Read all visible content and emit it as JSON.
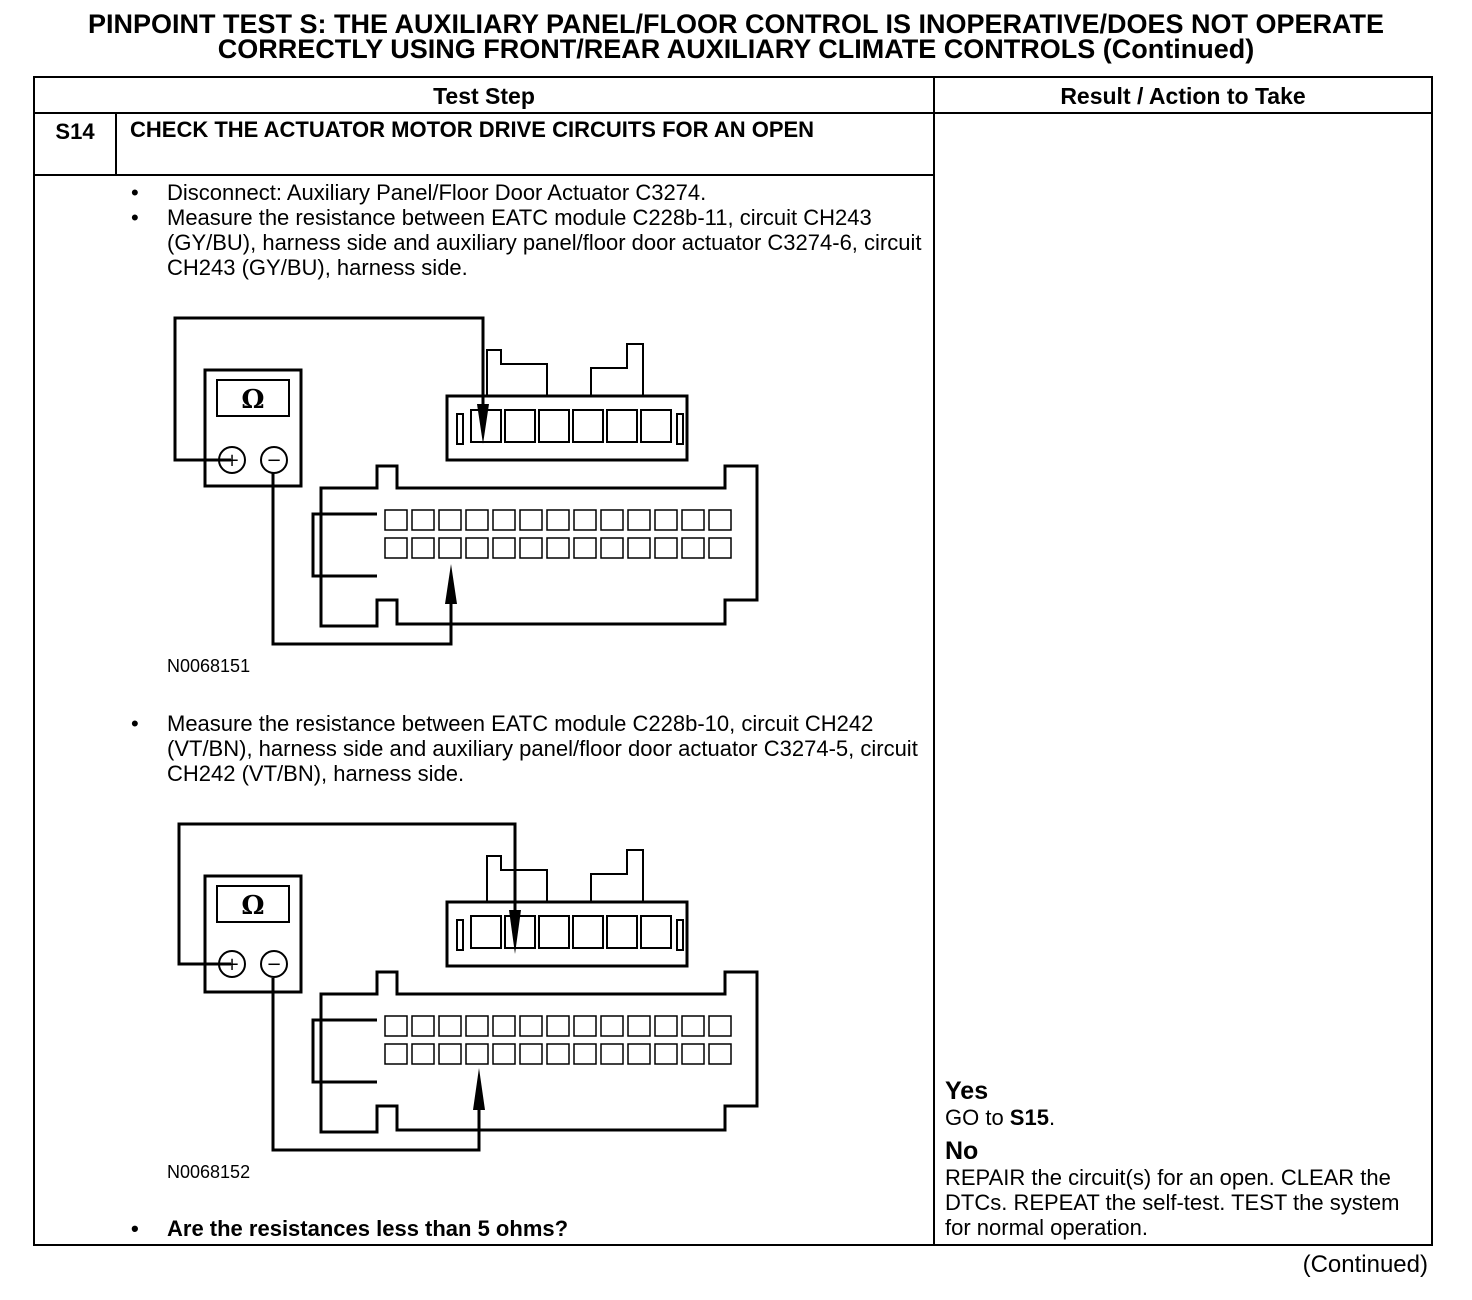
{
  "title": {
    "line1": "PINPOINT TEST  S: THE AUXILIARY PANEL/FLOOR CONTROL IS INOPERATIVE/DOES NOT OPERATE",
    "line2": "CORRECTLY USING FRONT/REAR AUXILIARY CLIMATE CONTROLS (Continued)"
  },
  "table": {
    "col_test_step": "Test Step",
    "col_result": "Result / Action to Take"
  },
  "step": {
    "id": "S14",
    "title": "CHECK THE ACTUATOR MOTOR DRIVE CIRCUITS FOR AN OPEN",
    "bullet1": "Disconnect: Auxiliary Panel/Floor Door Actuator C3274.",
    "bullet2": "Measure the resistance between EATC module C228b-11, circuit CH243 (GY/BU), harness side and auxiliary panel/floor door actuator C3274-6, circuit CH243 (GY/BU), harness side.",
    "figure1_id": "N0068151",
    "bullet3": "Measure the resistance between EATC module C228b-10, circuit CH242 (VT/BN), harness side and auxiliary panel/floor door actuator C3274-5, circuit CH242 (VT/BN), harness side.",
    "figure2_id": "N0068152",
    "question": "Are the resistances less than 5 ohms?"
  },
  "meter": {
    "symbol": "Ω",
    "plus": "+",
    "minus": "−"
  },
  "result": {
    "yes_label": "Yes",
    "yes_text_prefix": "GO to ",
    "yes_target": "S15",
    "yes_text_suffix": ".",
    "no_label": "No",
    "no_text": "REPAIR the circuit(s) for an open. CLEAR the DTCs. REPEAT the self-test. TEST the system for normal operation."
  },
  "footer": {
    "continued": "(Continued)"
  }
}
